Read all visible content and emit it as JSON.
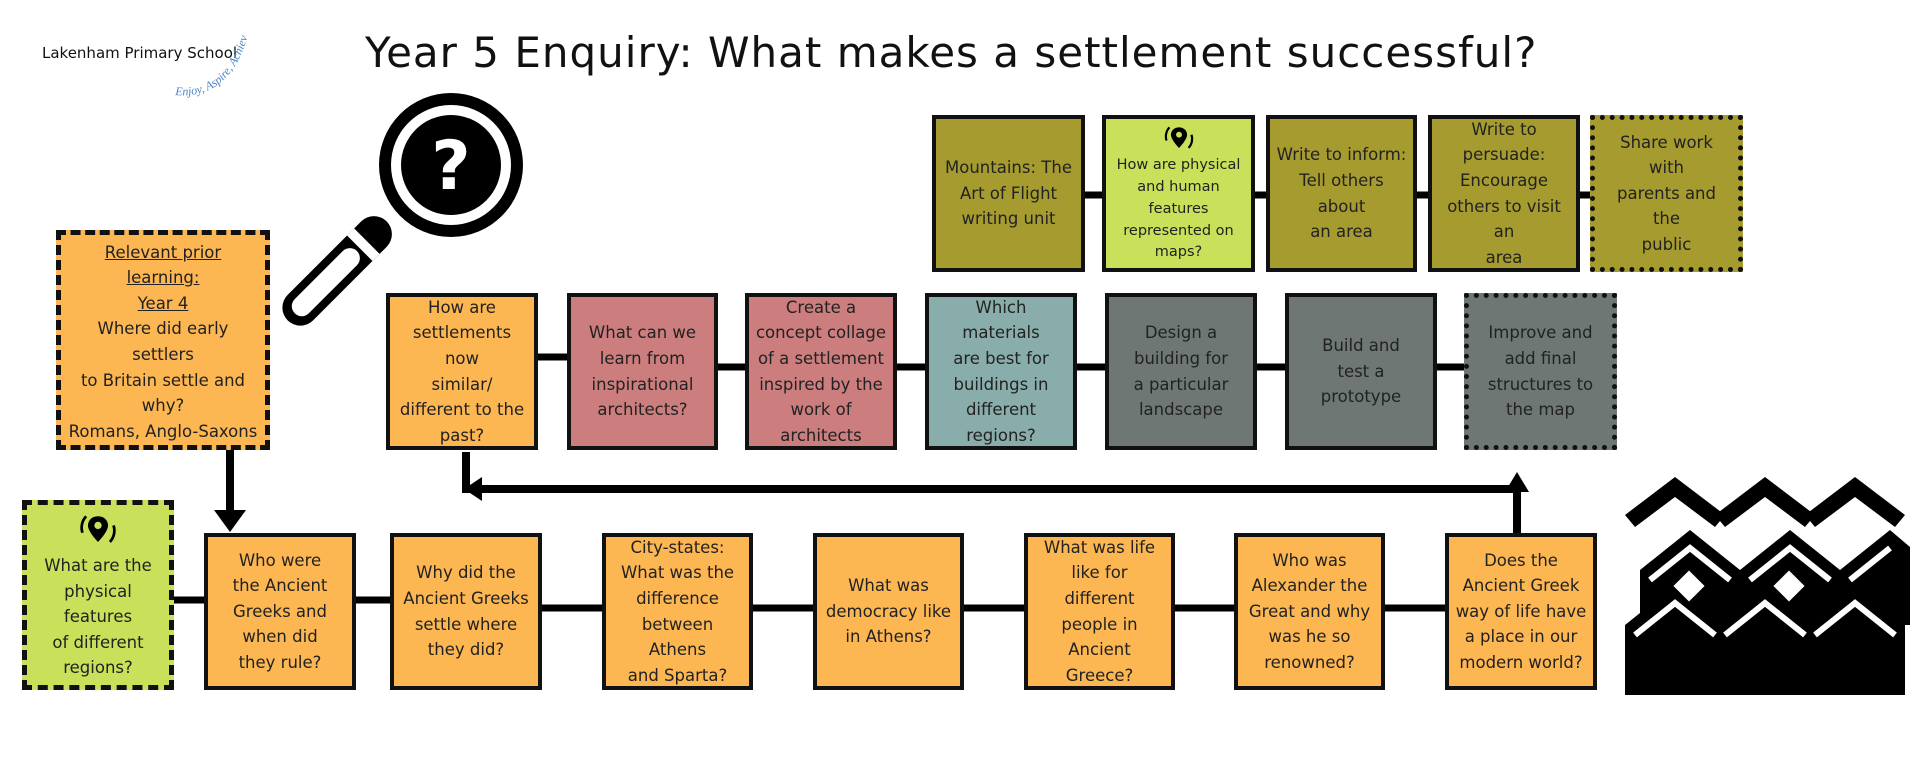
{
  "header": {
    "school_name": "Lakenham Primary School",
    "motto": "Enjoy, Aspire, Achieve",
    "title": "Year 5 Enquiry: What makes a settlement successful?"
  },
  "colors": {
    "orange": "#fcb652",
    "lime": "#c8e05a",
    "olive": "#a69b2e",
    "rose": "#cc7d7d",
    "teal": "#88adab",
    "slate": "#6e7773"
  },
  "icons": {
    "magnifier": "magnifying-glass-question-icon",
    "pin": "map-pin-rotate-icon",
    "houses": "houses-icon"
  },
  "prior_learning": {
    "heading_line1": "Relevant prior learning:",
    "heading_line2": "Year 4",
    "body": "Where did early settlers\nto Britain settle and why?\nRomans, Anglo-Saxons"
  },
  "top_row": [
    {
      "text": "Mountains: The\nArt of Flight\nwriting unit"
    },
    {
      "text": "How are physical\nand human features\nrepresented on\nmaps?"
    },
    {
      "text": "Write to inform:\nTell others about\nan area"
    },
    {
      "text": "Write to\npersuade:\nEncourage\nothers to visit an\narea"
    },
    {
      "text": "Share work with\nparents and the\npublic"
    }
  ],
  "middle_row": [
    {
      "text": "How are\nsettlements now\nsimilar/\ndifferent to the\npast?"
    },
    {
      "text": "What can we\nlearn from\ninspirational\narchitects?"
    },
    {
      "text": "Create a\nconcept collage\nof a settlement\ninspired by the\nwork of\narchitects"
    },
    {
      "text": "Which materials\nare best for\nbuildings in\ndifferent\nregions?"
    },
    {
      "text": "Design a\nbuilding for\na particular\nlandscape"
    },
    {
      "text": "Build and\ntest a\nprototype"
    },
    {
      "text": "Improve and\nadd final\nstructures to\nthe map"
    }
  ],
  "bottom_row": [
    {
      "text": "What are the\nphysical features\nof different\nregions?"
    },
    {
      "text": "Who were\nthe Ancient\nGreeks and\nwhen did\nthey rule?"
    },
    {
      "text": "Why did the\nAncient Greeks\nsettle where\nthey did?"
    },
    {
      "text": "City-states:\nWhat was the\ndifference\nbetween Athens\nand Sparta?"
    },
    {
      "text": "What was\ndemocracy like\nin Athens?"
    },
    {
      "text": "What was life\nlike for  different\npeople in\nAncient\nGreece?"
    },
    {
      "text": "Who was\nAlexander the\nGreat and why\nwas he so\nrenowned?"
    },
    {
      "text": "Does the\nAncient Greek\nway of life have\na place in our\nmodern world?"
    }
  ]
}
